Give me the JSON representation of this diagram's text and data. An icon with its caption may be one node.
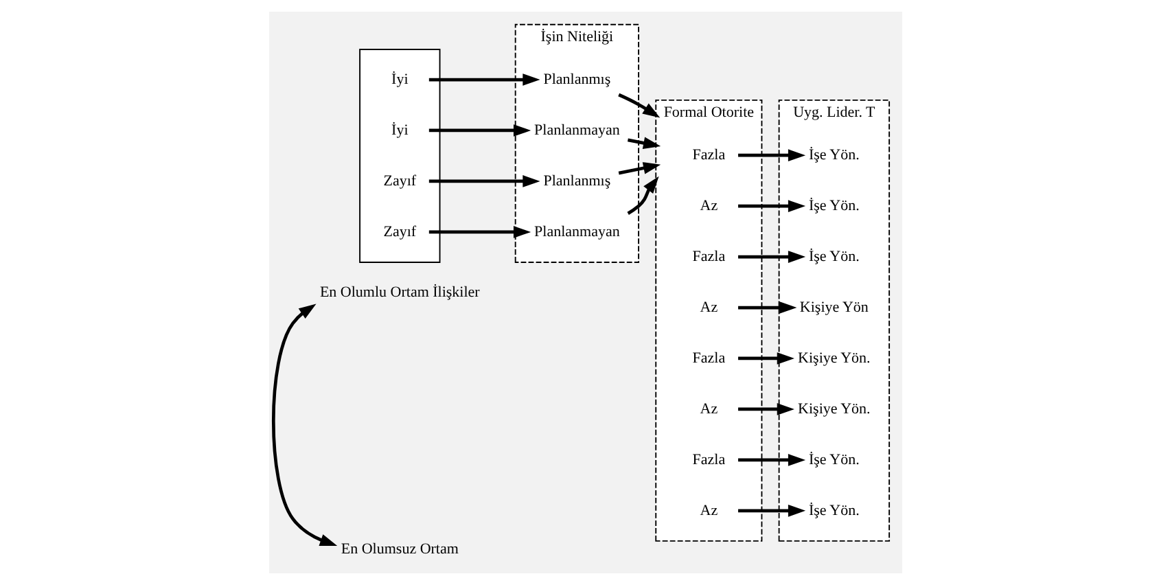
{
  "diagram": {
    "nodes": [
      {
        "text": [
          "En Olumlu Ortam İlişkiler"
        ]
      },
      {
        "text": [],
        "shape": "box"
      },
      {
        "text": [
          "İyi"
        ],
        "in": 1
      },
      {
        "text": [
          "İyi"
        ],
        "in": 1
      },
      {
        "text": [
          "Zayıf"
        ],
        "in": 1
      },
      {
        "text": [
          "Zayıf"
        ],
        "in": 1
      },
      {
        "text": [
          "İşin Niteliği"
        ]
      },
      {
        "text": [
          "Planlanmış"
        ],
        "in": 6
      },
      {
        "text": [
          "Planlanmayan"
        ],
        "in": 6
      },
      {
        "text": [
          "Planlanmış"
        ],
        "in": 6
      },
      {
        "text": [
          "Planlanmayan"
        ],
        "in": 6
      },
      {
        "text": [
          "Formal Otorite"
        ]
      },
      {
        "text": [
          "Fazla"
        ],
        "in": 11
      },
      {
        "text": [
          "Az"
        ],
        "in": 11
      },
      {
        "text": [
          "Fazla"
        ],
        "in": 11
      },
      {
        "text": [
          "Az"
        ],
        "in": 11
      },
      {
        "text": [
          "Fazla"
        ],
        "in": 11
      },
      {
        "text": [
          "Az"
        ],
        "in": 11
      },
      {
        "text": [
          "Fazla"
        ],
        "in": 11
      },
      {
        "text": [
          "Az"
        ],
        "in": 11
      },
      {
        "text": [
          "Uyg. Lider. T"
        ]
      },
      {
        "text": [
          "İşe Yön."
        ],
        "in": 20
      },
      {
        "text": [
          "İşe Yön."
        ],
        "in": 20
      },
      {
        "text": [
          "İşe Yön."
        ],
        "in": 20
      },
      {
        "text": [
          "Kişiye Yön"
        ],
        "in": 20
      },
      {
        "text": [
          "Kişiye Yön."
        ],
        "in": 20
      },
      {
        "text": [
          "Kişiye Yön."
        ],
        "in": 20
      },
      {
        "text": [
          "İşe Yön."
        ],
        "in": 20
      },
      {
        "text": [
          "İşe Yön."
        ],
        "in": 20
      },
      {
        "text": [
          "En Olumsuz Ortam"
        ]
      }
    ],
    "edges": [
      {
        "from": 0,
        "to": 29,
        "arrow": "both"
      },
      {
        "from": 2,
        "to": 7,
        "arrow": "to"
      },
      {
        "from": 3,
        "to": 8,
        "arrow": "to"
      },
      {
        "from": 4,
        "to": 9,
        "arrow": "to"
      },
      {
        "from": 5,
        "to": 10,
        "arrow": "to"
      },
      {
        "from": 7,
        "to": 11,
        "arrow": "to"
      },
      {
        "from": 8,
        "to": 11,
        "arrow": "to"
      },
      {
        "from": 9,
        "to": 11,
        "arrow": "to"
      },
      {
        "from": 10,
        "to": 11,
        "arrow": "to"
      },
      {
        "from": 12,
        "to": 21,
        "arrow": "to"
      },
      {
        "from": 13,
        "to": 22,
        "arrow": "to"
      },
      {
        "from": 14,
        "to": 23,
        "arrow": "to"
      },
      {
        "from": 15,
        "to": 24,
        "arrow": "to"
      },
      {
        "from": 16,
        "to": 25,
        "arrow": "to"
      },
      {
        "from": 17,
        "to": 26,
        "arrow": "to"
      },
      {
        "from": 18,
        "to": 27,
        "arrow": "to"
      },
      {
        "from": 19,
        "to": 28,
        "arrow": "to"
      }
    ]
  }
}
